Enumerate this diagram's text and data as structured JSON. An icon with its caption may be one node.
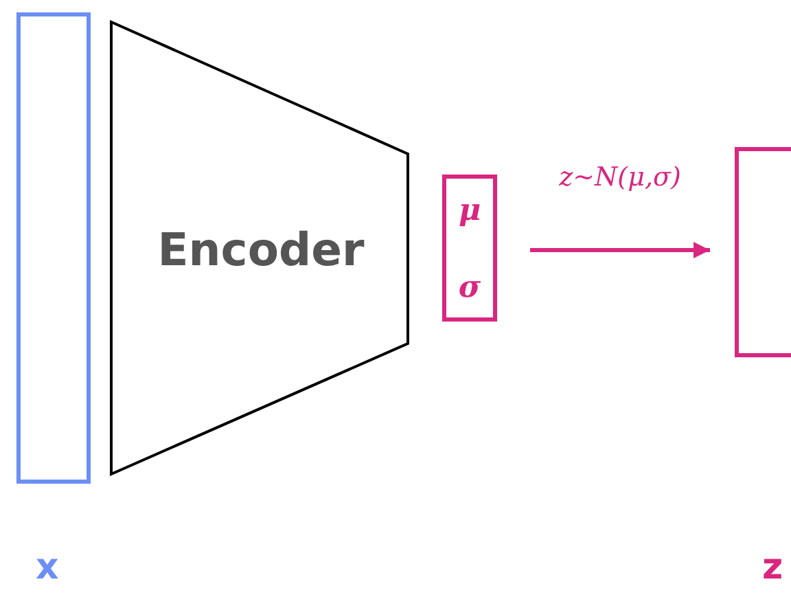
{
  "diagram": {
    "nodes": [
      {
        "text": [],
        "shape": "box"
      },
      {
        "text": [
          "Encoder"
        ]
      },
      {
        "text": [
          "μ",
          "σ"
        ]
      },
      {
        "text": [],
        "shape": "box"
      }
    ],
    "edges": [
      {
        "from": 2,
        "to": 3,
        "arrow": "to",
        "label": "z~N(μ,σ)"
      }
    ],
    "labels": [
      "x",
      "z"
    ]
  }
}
